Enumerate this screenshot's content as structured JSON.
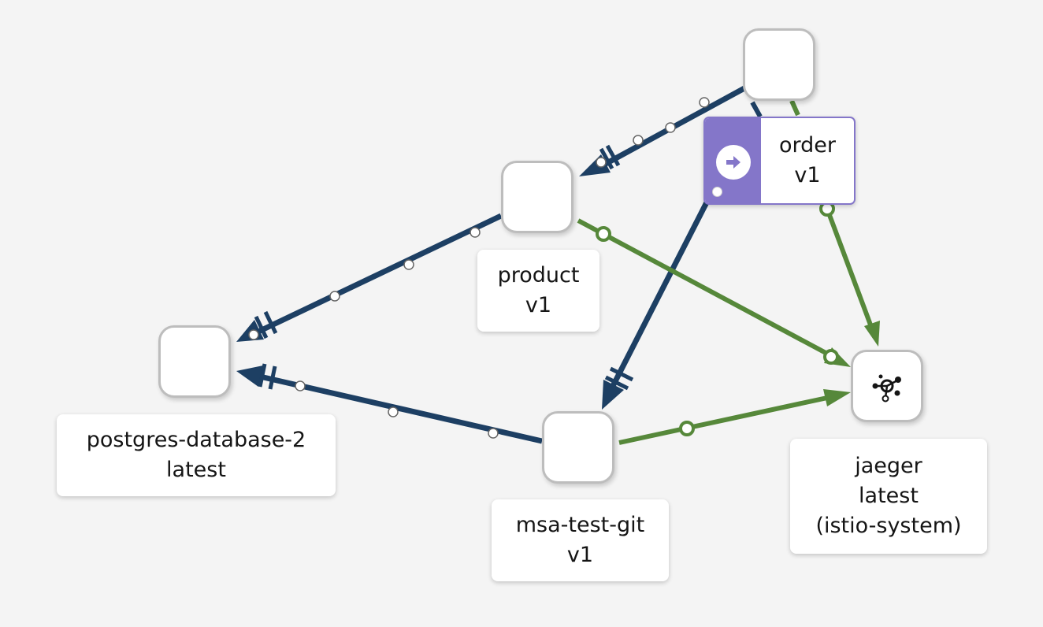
{
  "graph": {
    "nodes": {
      "order": {
        "name": "order",
        "version": "v1",
        "badge_icon": "arrow-right-circle-icon",
        "selected": true
      },
      "product": {
        "name": "product",
        "version": "v1"
      },
      "postgres": {
        "name": "postgres-database-2",
        "version": "latest"
      },
      "msa": {
        "name": "msa-test-git",
        "version": "v1"
      },
      "jaeger": {
        "name": "jaeger",
        "version": "latest",
        "namespace": "(istio-system)",
        "icon": "jaeger-tracing-icon"
      }
    },
    "edges": [
      {
        "from": "order",
        "to": "product",
        "protocol_color": "#1d3f63",
        "style": "blocked-arrow"
      },
      {
        "from": "order",
        "to": "msa-test-git",
        "protocol_color": "#1d3f63",
        "style": "blocked-arrow"
      },
      {
        "from": "order",
        "to": "jaeger",
        "protocol_color": "#56883a",
        "style": "arrow"
      },
      {
        "from": "product",
        "to": "postgres-database-2",
        "protocol_color": "#1d3f63",
        "style": "blocked-arrow"
      },
      {
        "from": "product",
        "to": "jaeger",
        "protocol_color": "#56883a",
        "style": "arrow"
      },
      {
        "from": "msa-test-git",
        "to": "postgres-database-2",
        "protocol_color": "#1d3f63",
        "style": "blocked-arrow"
      },
      {
        "from": "msa-test-git",
        "to": "jaeger",
        "protocol_color": "#56883a",
        "style": "arrow"
      }
    ],
    "colors": {
      "tcp_edge": "#1d3f63",
      "http_edge": "#56883a",
      "selection": "#8476c9",
      "node_border": "#bdbdbd",
      "background": "#f4f4f4"
    }
  }
}
